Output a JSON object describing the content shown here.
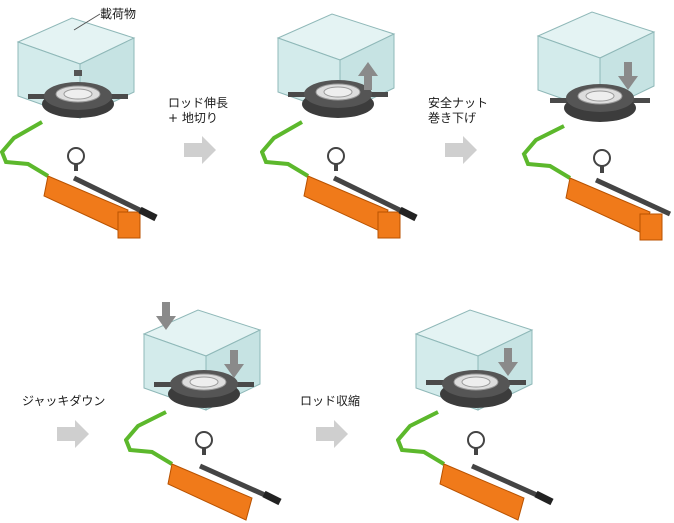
{
  "labels": {
    "load": "載荷物",
    "step1_line1": "ロッド伸長",
    "step1_line2": "+ 地切り",
    "step2_line1": "安全ナット",
    "step2_line2": "巻き下げ",
    "step3": "ジャッキダウン",
    "step4": "ロッド収縮"
  },
  "colors": {
    "box_fill": "#d7ecec",
    "box_edge": "#8fb8b8",
    "pump_orange": "#f07a1a",
    "hose_green": "#5cb82c",
    "jack_dark": "#3c3c3c",
    "flow_arrow": "#cfcfcf",
    "motion_arrow": "#8a8a8a"
  }
}
